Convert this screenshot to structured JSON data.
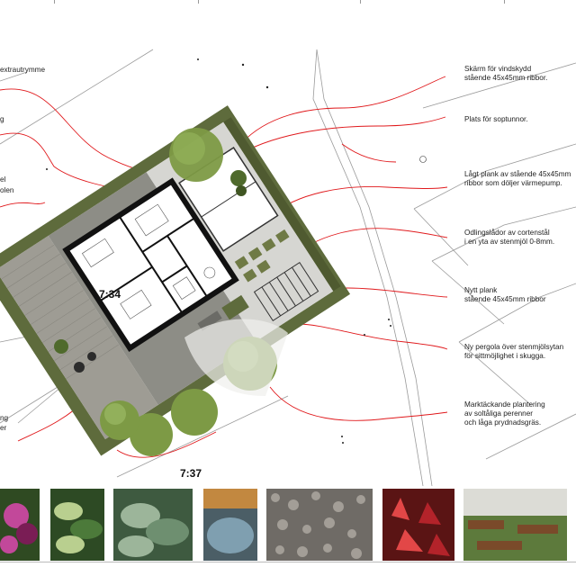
{
  "notes_left": {
    "extrautrymme": "extrautrymme",
    "frag_g": "g",
    "frag_el": "el",
    "frag_olen": "olen",
    "frag_ng": "ng",
    "frag_er": "er"
  },
  "notes_right": [
    {
      "text": "Skärm för vindskydd\nstående 45x45mm ribbor."
    },
    {
      "text": "Plats för soptunnor."
    },
    {
      "text": "Lågt plank av stående 45x45mm\nribbor som döljer värmepump."
    },
    {
      "text": "Odlingslådor av cortenstål\ni en yta av stenmjöl 0-8mm."
    },
    {
      "text": "Nytt plank\nstående 45x45mm ribbor"
    },
    {
      "text": "Ny pergola över stenmjölsytan\nför sittmöjlighet i skugga."
    },
    {
      "text": "Marktäckande plantering\nav soltåliga perenner\noch låga prydnadsgräs."
    }
  ],
  "scale_labels": {
    "house": "7:34",
    "lot": "7:37"
  },
  "colors": {
    "hedge": "#5e6b3c",
    "terrace": "#8d8d86",
    "gravel": "#cfcfcb",
    "contour": "#e0191c",
    "tree": "#7d9a45",
    "wall": "#111111"
  },
  "photos": [
    {
      "name": "rhododendron",
      "colors": [
        "#7a1d55",
        "#c2489a",
        "#2f4a22"
      ]
    },
    {
      "name": "hosta-variegated",
      "colors": [
        "#4c7a3a",
        "#b9cf8f",
        "#2d4a24"
      ]
    },
    {
      "name": "hosta-blue",
      "colors": [
        "#6e8f70",
        "#9cb59a",
        "#3e5a40"
      ]
    },
    {
      "name": "blue-fescue-grass",
      "colors": [
        "#7f9fb0",
        "#c28840",
        "#4b5e66"
      ]
    },
    {
      "name": "gravel-stones",
      "colors": [
        "#6f6b66",
        "#a39e97",
        "#4c4843"
      ]
    },
    {
      "name": "japanese-maple",
      "colors": [
        "#b3232a",
        "#e24747",
        "#5a1414"
      ]
    },
    {
      "name": "corten-raised-beds",
      "colors": [
        "#7a4a2a",
        "#5d7a3c",
        "#dcdcd6"
      ]
    }
  ]
}
